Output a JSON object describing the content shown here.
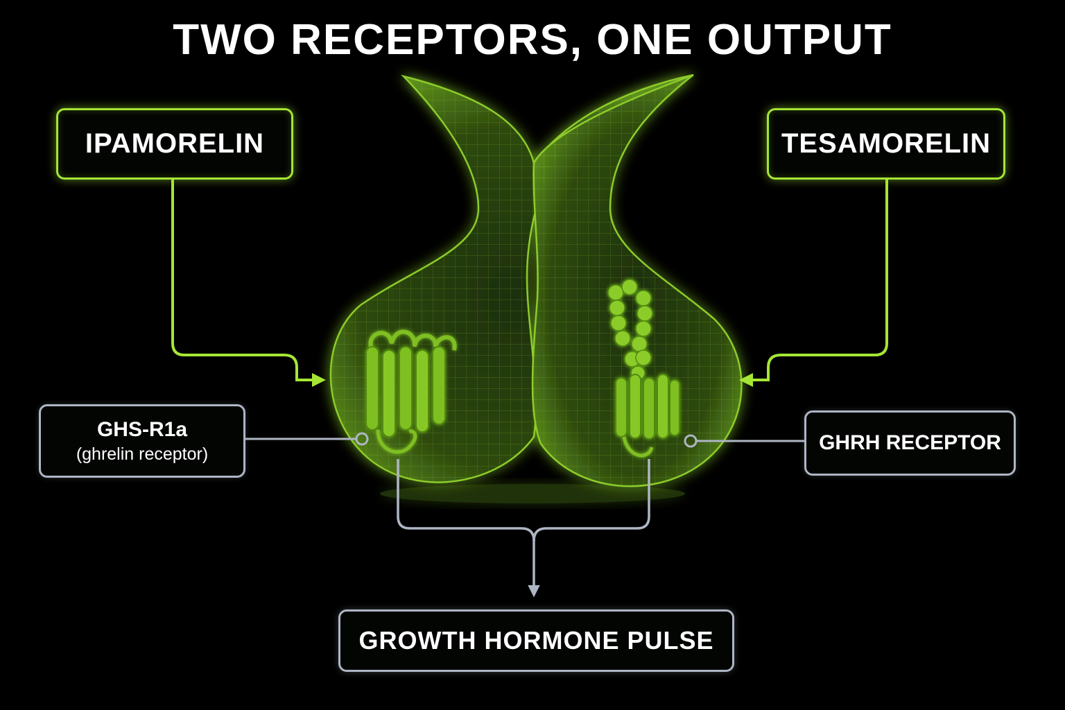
{
  "title": "TWO RECEPTORS, ONE OUTPUT",
  "inputs": [
    {
      "label": "IPAMORELIN"
    },
    {
      "label": "TESAMORELIN"
    }
  ],
  "receptors": [
    {
      "label": "GHS-R1a",
      "sublabel": "(ghrelin receptor)"
    },
    {
      "label": "GHRH RECEPTOR"
    }
  ],
  "output": {
    "label": "GROWTH HORMONE PULSE"
  },
  "colors": {
    "accent": "#a5e635",
    "gland": "#4f7f16",
    "connector": "#aeb6c4",
    "background": "#000000"
  }
}
